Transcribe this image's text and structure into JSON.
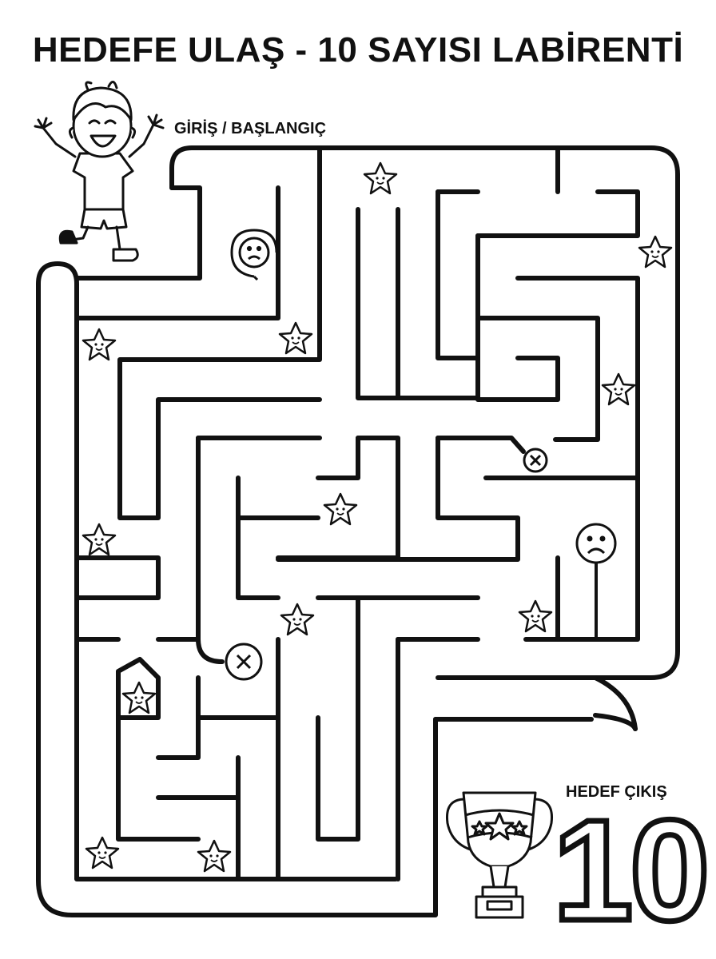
{
  "page": {
    "title": "HEDEFE ULAŞ - 10 SAYISI LABİRENTİ",
    "start_label": "GİRİŞ / BAŞLANGIÇ",
    "exit_label": "HEDEF ÇIKIŞ",
    "target_number": "10"
  },
  "icons": {
    "character": "happy-boy-icon",
    "trophy": "trophy-icon",
    "star": "smiling-star-icon",
    "sad_face": "sad-face-icon",
    "dead_end": "x-circle-icon"
  },
  "colors": {
    "line": "#111111",
    "background": "#ffffff"
  }
}
